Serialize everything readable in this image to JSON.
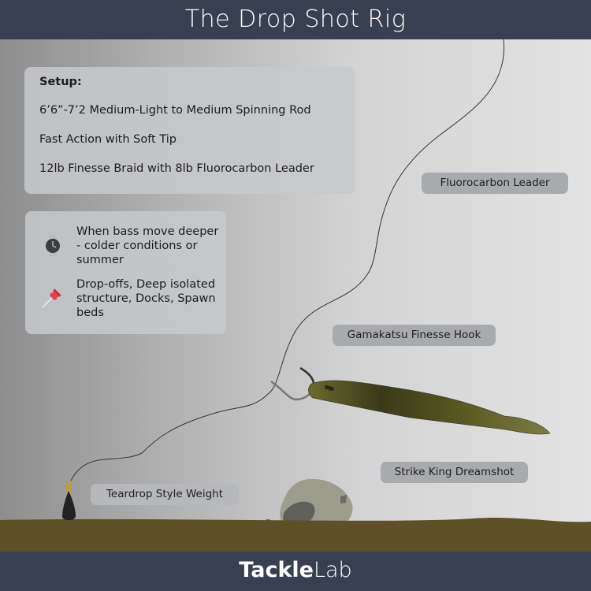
{
  "header": {
    "title_prefix": "The ",
    "title_main": "Drop Shot Rig"
  },
  "setup_panel": {
    "title": "Setup:",
    "items": [
      "6’6”-7’2 Medium-Light to Medium Spinning Rod",
      "Fast Action with Soft Tip",
      "12lb Finesse Braid with 8lb Fluorocarbon Leader"
    ]
  },
  "info_panel": {
    "rows": [
      {
        "icon": "watch-icon",
        "text": "When bass move deeper - colder conditions or summer"
      },
      {
        "icon": "pushpin-icon",
        "text": "Drop-offs, Deep isolated structure, Docks, Spawn beds"
      }
    ]
  },
  "labels": {
    "fluorocarbon_leader": "Fluorocarbon Leader",
    "hook": "Gamakatsu Finesse Hook",
    "bait": "Strike King Dreamshot",
    "weight": "Teardrop Style Weight"
  },
  "footer": {
    "brand_bold": "Tackle",
    "brand_light": "Lab"
  },
  "colors": {
    "header_bg": "#383f51",
    "footer_bg": "#383f51",
    "ground": "#5e5028",
    "bait_olive": "#5a5a25",
    "label_bg": "#a9aaae",
    "panel_bg": "#c8c9cc",
    "pin_red": "#e0424f"
  }
}
